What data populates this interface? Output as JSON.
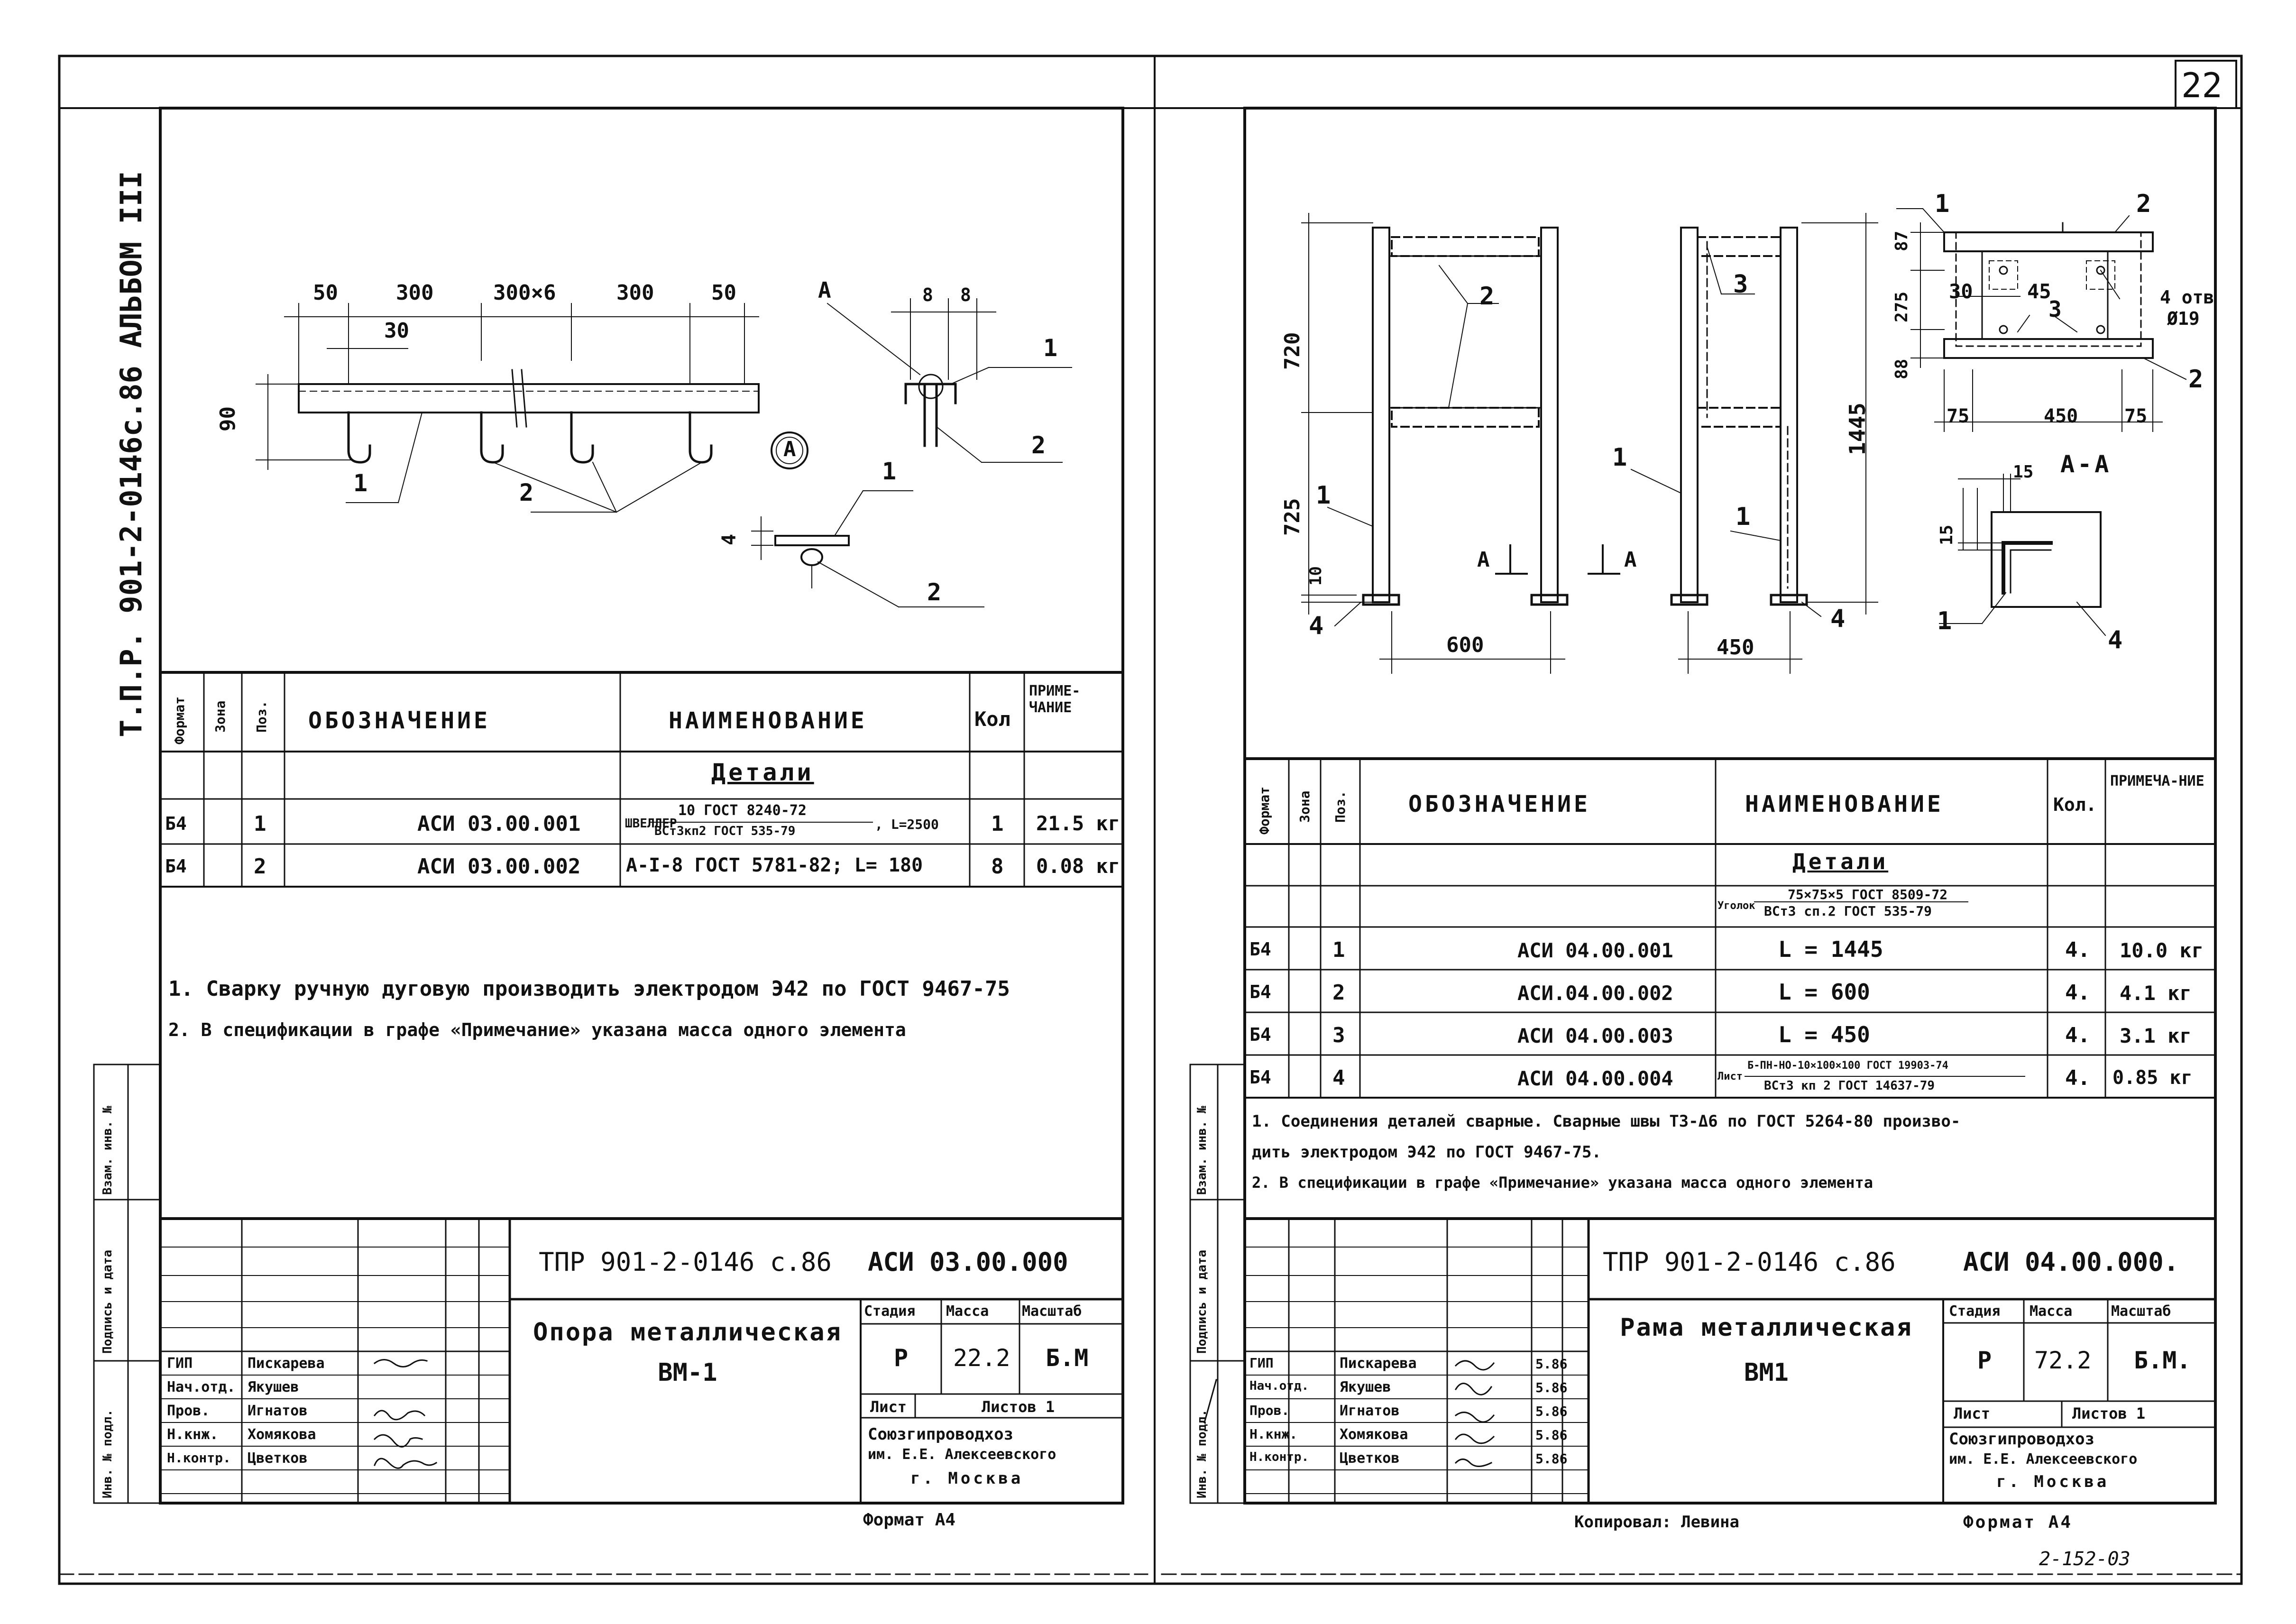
{
  "page_number": "22",
  "album_label": "Т.П.Р. 901-2-0146с.86   АЛЬБОМ III",
  "left_sheet": {
    "dims_top": [
      "50",
      "300",
      "300×6",
      "300",
      "50"
    ],
    "dim_30": "30",
    "dim_90": "90",
    "view_a_label": "A",
    "section_ref": "A",
    "dims_small": [
      "8",
      "8"
    ],
    "dim_4": "4",
    "positions": [
      "1",
      "2",
      "1",
      "2",
      "1",
      "2"
    ],
    "spec_headers": {
      "format": "Формат",
      "zone": "Зона",
      "pos": "Поз.",
      "designation": "ОБОЗНАЧЕНИЕ",
      "name": "НАИМЕНОВАНИЕ",
      "qty": "Кол",
      "note": "ПРИМЕ-ЧАНИЕ"
    },
    "section_title": "Детали",
    "rows": [
      {
        "format": "Б4",
        "pos": "1",
        "designation": "АСИ 03.00.001",
        "name_prefix": "ШВЕЛЛЕР",
        "name_num": "10 ГОСТ 8240-72",
        "name_den": "ВСт3кп2 ГОСТ 535-79",
        "name_suffix": ", L=2500",
        "qty": "1",
        "note": "21.5 кг"
      },
      {
        "format": "Б4",
        "pos": "2",
        "designation": "АСИ 03.00.002",
        "name_prefix": "",
        "name_num": "",
        "name_den": "",
        "name_suffix": "A-I-8 ГОСТ 5781-82; L= 180",
        "qty": "8",
        "note": "0.08 кг"
      }
    ],
    "notes": [
      "1. Сварку ручную дуговую производить электродом Э42 по ГОСТ 9467-75",
      "2. В спецификации в графе «Примечание» указана масса одного элемента"
    ],
    "side_labels": [
      "Инв. № подл.",
      "Подпись и дата",
      "Взам. инв. №"
    ],
    "title_block": {
      "doc_number": "ТПР 901-2-0146 с.86",
      "code": "АСИ 03.00.000",
      "title_line1": "Опора металлическая",
      "title_line2": "ВМ-1",
      "stage_label": "Стадия",
      "mass_label": "Масса",
      "scale_label": "Масштаб",
      "stage": "Р",
      "mass": "22.2",
      "scale": "Б.М",
      "sheet_label": "Лист",
      "sheets_label": "Листов 1",
      "org_line1": "Союзгипроводхоз",
      "org_line2": "им. Е.Е. Алексеевского",
      "org_line3": "г. Москва",
      "roles": [
        "ГИП",
        "Нач.отд.",
        "Пров.",
        "Н.кнж.",
        "Н.контр."
      ],
      "names": [
        "Пискарева",
        "Якушев",
        "Игнатов",
        "Хомякова",
        "Цветков"
      ],
      "format_label": "Формат А4"
    }
  },
  "right_sheet": {
    "dims": {
      "d720": "720",
      "d725": "725",
      "d10": "10",
      "d600": "600",
      "d450": "450",
      "d1445": "1445",
      "d87": "87",
      "d275": "275",
      "d88": "88",
      "d30": "30",
      "d45": "45",
      "d75a": "75",
      "d450b": "450",
      "d75b": "75",
      "holes": "4 отв",
      "diam": "Ø19",
      "d15a": "15",
      "d15b": "15"
    },
    "section_label": "А-А",
    "cut_left": "А",
    "cut_right": "А",
    "positions": [
      "2",
      "3",
      "1",
      "1",
      "1",
      "4",
      "4",
      "1",
      "2",
      "3",
      "2",
      "1",
      "4"
    ],
    "spec_headers": {
      "format": "Формат",
      "zone": "Зона",
      "pos": "Поз.",
      "designation": "ОБОЗНАЧЕНИЕ",
      "name": "НАИМЕНОВАНИЕ",
      "qty": "Кол.",
      "note": "ПРИМЕЧА-НИЕ"
    },
    "section_title": "Детали",
    "angle_prefix": "Уголок",
    "angle_num": "75×75×5 ГОСТ 8509-72",
    "angle_den": "ВСт3 сп.2 ГОСТ 535-79",
    "rows": [
      {
        "format": "Б4",
        "pos": "1",
        "designation": "АСИ 04.00.001",
        "name": "L = 1445",
        "qty": "4.",
        "note": "10.0 кг"
      },
      {
        "format": "Б4",
        "pos": "2",
        "designation": "АСИ.04.00.002",
        "name": "L = 600",
        "qty": "4.",
        "note": "4.1 кг"
      },
      {
        "format": "Б4",
        "pos": "3",
        "designation": "АСИ 04.00.003",
        "name": "L = 450",
        "qty": "4.",
        "note": "3.1 кг"
      },
      {
        "format": "Б4",
        "pos": "4",
        "designation": "АСИ 04.00.004",
        "name": "",
        "qty": "4.",
        "note": "0.85 кг"
      }
    ],
    "sheet_prefix": "Лист",
    "sheet_num": "Б-ПН-НО-10×100×100 ГОСТ 19903-74",
    "sheet_den": "ВСт3 кп 2 ГОСТ 14637-79",
    "notes": [
      "1. Соединения деталей сварные. Сварные швы Т3-Δ6 по ГОСТ 5264-80 произво-",
      "дить электродом Э42 по ГОСТ 9467-75.",
      "2. В спецификации в графе «Примечание» указана масса одного элемента"
    ],
    "side_labels": [
      "Инв. № подл.",
      "Подпись и дата",
      "Взам. инв. №"
    ],
    "title_block": {
      "doc_number": "ТПР 901-2-0146 с.86",
      "code": "АСИ 04.00.000.",
      "title_line1": "Рама металлическая",
      "title_line2": "ВМ1",
      "stage_label": "Стадия",
      "mass_label": "Масса",
      "scale_label": "Масштаб",
      "stage": "Р",
      "mass": "72.2",
      "scale": "Б.М.",
      "sheet_label": "Лист",
      "sheets_label": "Листов 1",
      "org_line1": "Союзгипроводхоз",
      "org_line2": "им. Е.Е. Алексеевского",
      "org_line3": "г. Москва",
      "roles": [
        "ГИП",
        "Нач.отд.",
        "Пров.",
        "Н.кнж.",
        "Н.контр."
      ],
      "names": [
        "Пискарева",
        "Якушев",
        "Игнатов",
        "Хомякова",
        "Цветков"
      ],
      "dates": [
        "5.86",
        "5.86",
        "5.86",
        "5.86",
        "5.86"
      ],
      "copied_by": "Копировал: Левина",
      "format_label": "Формат А4"
    }
  },
  "bottom_stamp": "2-152-03"
}
